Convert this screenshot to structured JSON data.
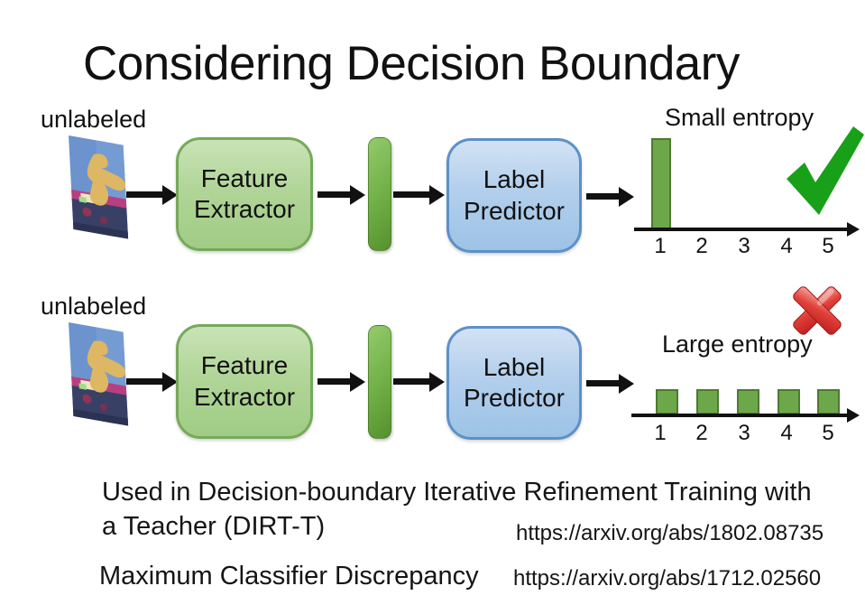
{
  "title": "Considering Decision Boundary",
  "row1": {
    "unlabeled": "unlabeled",
    "feature_extractor": "Feature Extractor",
    "label_predictor": "Label Predictor",
    "entropy_label": "Small entropy",
    "verdict": "accepted",
    "ticks": [
      "1",
      "2",
      "3",
      "4",
      "5"
    ]
  },
  "row2": {
    "unlabeled": "unlabeled",
    "feature_extractor": "Feature Extractor",
    "label_predictor": "Label Predictor",
    "entropy_label": "Large entropy",
    "verdict": "rejected",
    "ticks": [
      "1",
      "2",
      "3",
      "4",
      "5"
    ]
  },
  "footer": {
    "dirtt_line1": "Used in Decision-boundary Iterative Refinement Training with",
    "dirtt_line2": "a Teacher (DIRT-T)",
    "dirtt_url": "https://arxiv.org/abs/1802.08735",
    "mcd_label": "Maximum Classifier Discrepancy",
    "mcd_url": "https://arxiv.org/abs/1712.02560"
  },
  "colors": {
    "box_green_fill": "#a9d18e",
    "box_green_border": "#76a95a",
    "box_blue_fill": "#9cc3e6",
    "box_blue_border": "#5d90c8",
    "chart_bar_green": "#6ca84a",
    "chart_bar_border": "#4e7931",
    "check_green": "#18a018",
    "cross_red": "#d93025",
    "arrow_black": "#111111"
  },
  "chart_data": [
    {
      "type": "bar",
      "title": "Small entropy",
      "categories": [
        "1",
        "2",
        "3",
        "4",
        "5"
      ],
      "values": [
        1,
        0,
        0,
        0,
        0
      ],
      "ylim": [
        0,
        1
      ],
      "grid": false,
      "note": "single tall bar at class 1 - confident prediction"
    },
    {
      "type": "bar",
      "title": "Large entropy",
      "categories": [
        "1",
        "2",
        "3",
        "4",
        "5"
      ],
      "values": [
        0.2,
        0.2,
        0.2,
        0.2,
        0.2
      ],
      "ylim": [
        0,
        1
      ],
      "grid": false,
      "note": "five equal short bars - uniform uncertain prediction"
    }
  ]
}
